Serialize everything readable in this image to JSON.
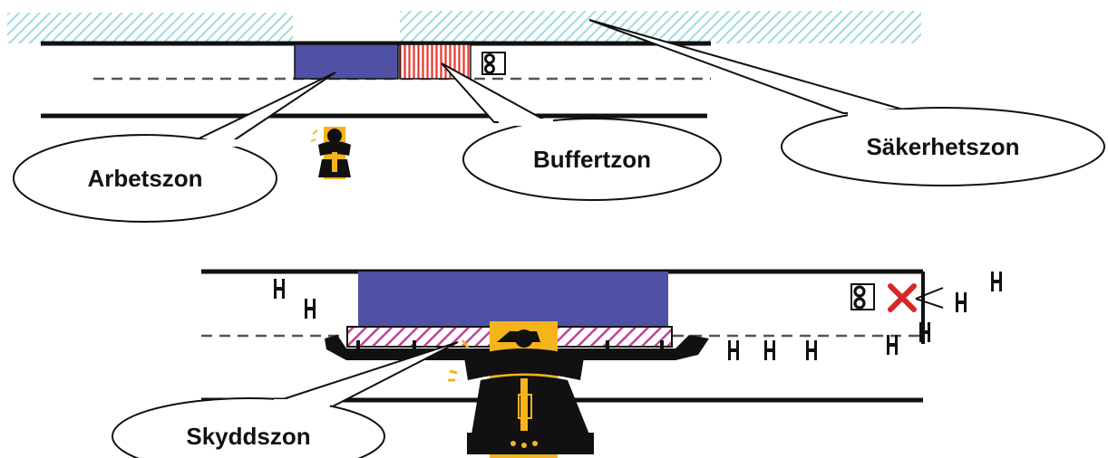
{
  "labels": {
    "arbetszon": "Arbetszon",
    "buffertzon": "Buffertzon",
    "sakerhetszon": "Säkerhetszon",
    "skyddszon": "Skyddszon"
  },
  "colors": {
    "work_zone": "#4f51a5",
    "buffer_zone": "#e8372f",
    "safety_zone": "#9fdcdc",
    "protection_zone": "#c2419c",
    "worker_vest": "#f5b41c",
    "stop_cross": "#d9262b",
    "line": "#111111"
  },
  "icons": [
    "signal-light-icon",
    "stop-cross-icon",
    "worker-icon",
    "cone-icon"
  ]
}
